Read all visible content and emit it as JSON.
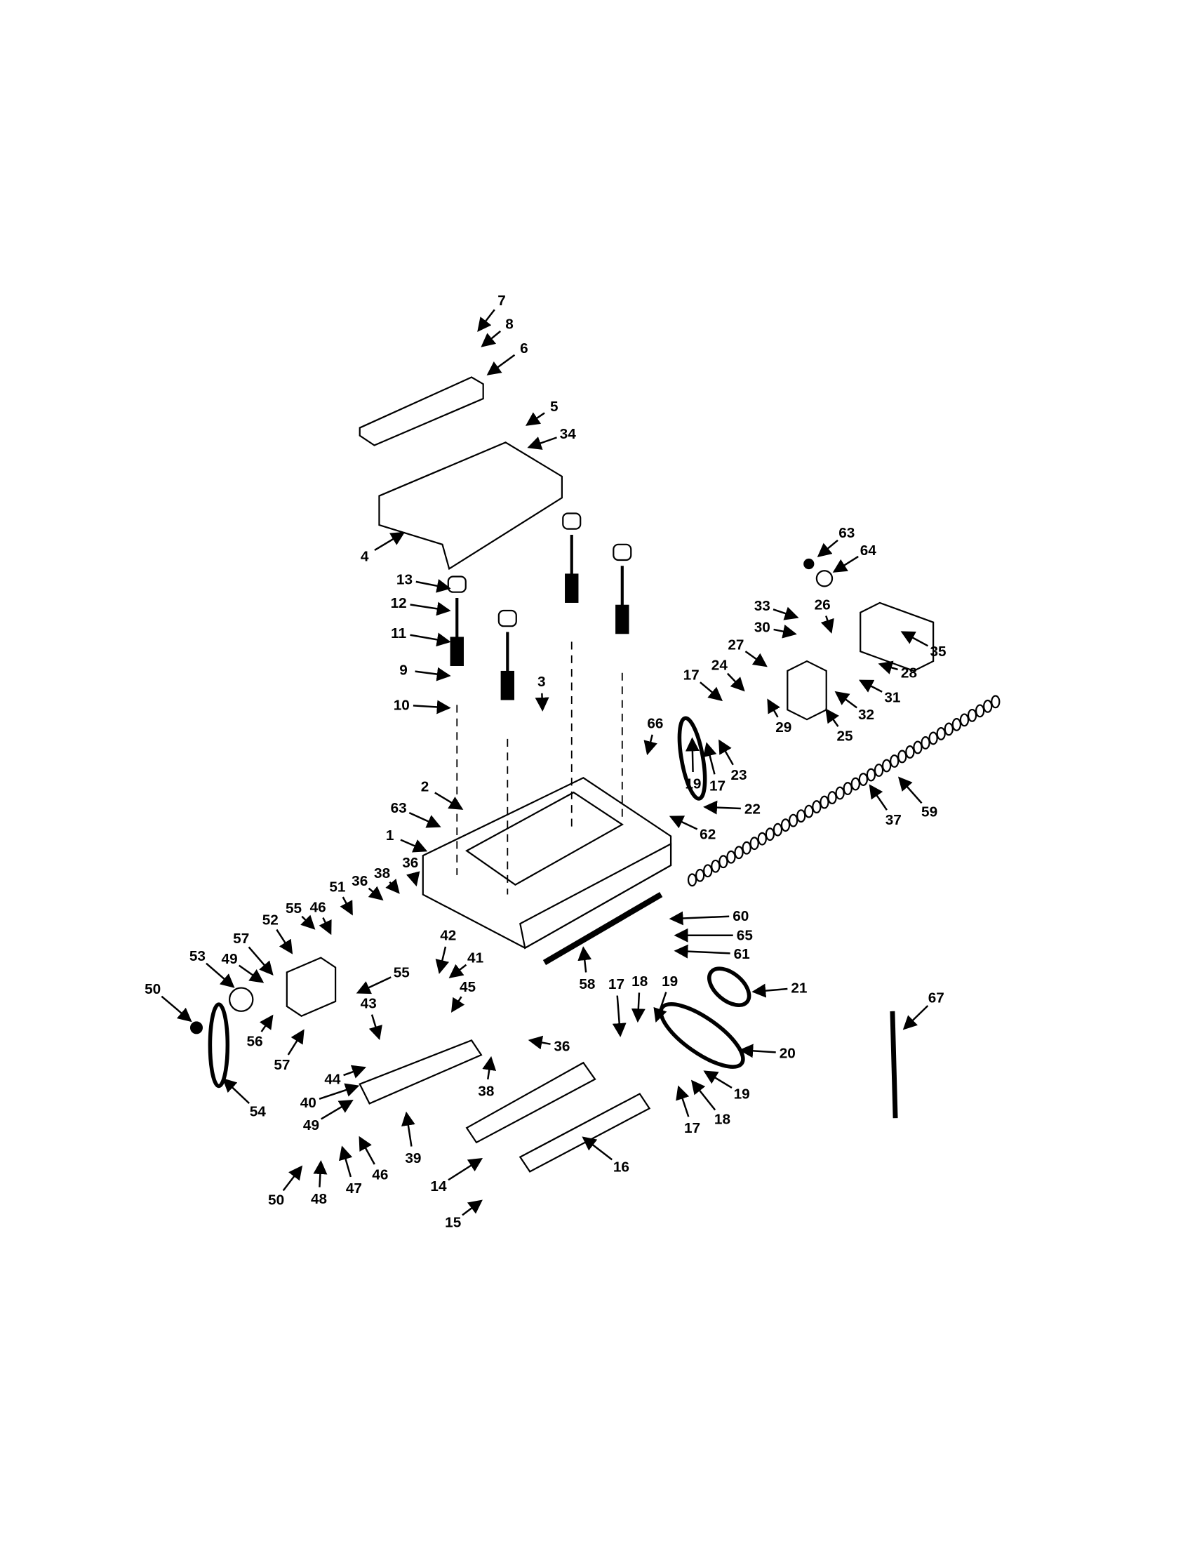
{
  "diagram": {
    "type": "exploded parts diagram",
    "part_labels": [
      "7",
      "8",
      "6",
      "5",
      "34",
      "4",
      "13",
      "12",
      "11",
      "9",
      "10",
      "3",
      "2",
      "63",
      "1",
      "36",
      "38",
      "36",
      "51",
      "46",
      "55",
      "52",
      "57",
      "53",
      "49",
      "50",
      "56",
      "57",
      "55",
      "43",
      "42",
      "41",
      "45",
      "44",
      "40",
      "49",
      "39",
      "38",
      "36",
      "58",
      "54",
      "50",
      "48",
      "47",
      "46",
      "14",
      "15",
      "16",
      "17",
      "18",
      "19",
      "17",
      "18",
      "19",
      "20",
      "21",
      "60",
      "65",
      "61",
      "62",
      "22",
      "19",
      "17",
      "23",
      "66",
      "17",
      "24",
      "27",
      "33",
      "30",
      "26",
      "29",
      "25",
      "32",
      "31",
      "28",
      "35",
      "63",
      "64",
      "37",
      "59",
      "67"
    ]
  }
}
